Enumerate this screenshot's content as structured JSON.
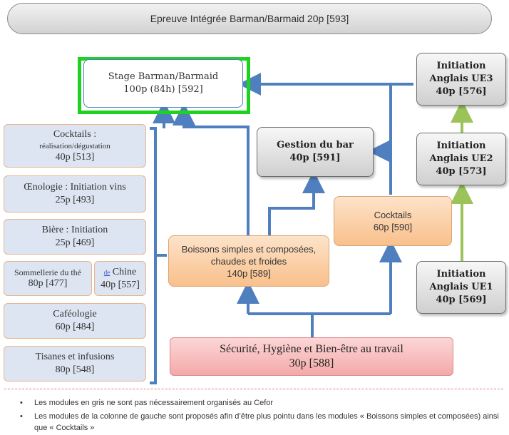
{
  "title": "Epreuve Intégrée Barman/Barmaid 20p [593]",
  "stage": {
    "line1": "Stage Barman/Barmaid",
    "line2": "100p (84h) [592]"
  },
  "left_modules": [
    {
      "line1": "Cocktails :",
      "line2": "réalisation/dégustation",
      "line3": "40p [513]"
    },
    {
      "line1": "Œnologie : Initiation vins",
      "line2": "25p [493]"
    },
    {
      "line1": "Bière : Initiation",
      "line2": "25p [469]"
    },
    {
      "line1": "Sommellerie du thé",
      "line2": "80p [477]"
    },
    {
      "prefix": "de",
      "line1": "Chine",
      "line2": "40p [557]"
    },
    {
      "line1": "Caféologie",
      "line2": "60p [484]"
    },
    {
      "line1": "Tisanes et infusions",
      "line2": "80p [548]"
    }
  ],
  "gestion": {
    "line1": "Gestion du bar",
    "line2": "40p [591]"
  },
  "boissons": {
    "line1": "Boissons simples et composées,",
    "line2": "chaudes et froides",
    "line3": "140p [589]"
  },
  "cocktails": {
    "line1": "Cocktails",
    "line2": "60p [590]"
  },
  "securite": {
    "line1": "Sécurité, Hygiène et Bien-être au travail",
    "line2": "30p [588]"
  },
  "anglais": [
    {
      "line1": "Initiation",
      "line2": "Anglais UE3",
      "line3": "40p [576]"
    },
    {
      "line1": "Initiation",
      "line2": "Anglais UE2",
      "line3": "40p [573]"
    },
    {
      "line1": "Initiation",
      "line2": "Anglais UE1",
      "line3": "40p [569]"
    }
  ],
  "notes": [
    "Les modules en gris ne sont pas nécessairement organisés au Cefor",
    "Les modules de la colonne de gauche sont proposés afin d’être plus pointu dans les modules « Boissons simples et composées) ainsi que « Cocktails »"
  ],
  "colors": {
    "blue_arrow": "#4f7fbf",
    "green_arrow": "#9bc35a",
    "highlight": "#1fd21f"
  }
}
